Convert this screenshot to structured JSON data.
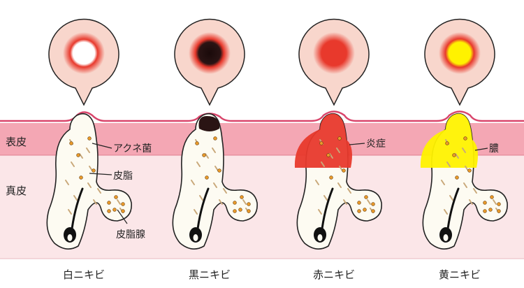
{
  "layers": {
    "epidermis": "表皮",
    "dermis": "真皮"
  },
  "annotations": {
    "acne_bacteria": "アクネ菌",
    "sebum": "皮脂",
    "sebaceous_gland": "皮脂腺",
    "inflammation": "炎症",
    "pus": "膿"
  },
  "stages": [
    {
      "label": "白ニキビ",
      "fill": "#ffffff"
    },
    {
      "label": "黒ニキビ",
      "fill": "#2a1414"
    },
    {
      "label": "赤ニキビ",
      "fill": "#e8392c"
    },
    {
      "label": "黄ニキビ",
      "fill": "#fff200"
    }
  ],
  "colors": {
    "skin_surface": "#f4a7b4",
    "skin_line": "#d9456b",
    "dermis": "#fbe6e8",
    "bubble": "#f8d6cc",
    "pore_fill": "#fdfbf2",
    "sebum_dash": "#c9a87a",
    "bacteria": "#e99a2b"
  }
}
